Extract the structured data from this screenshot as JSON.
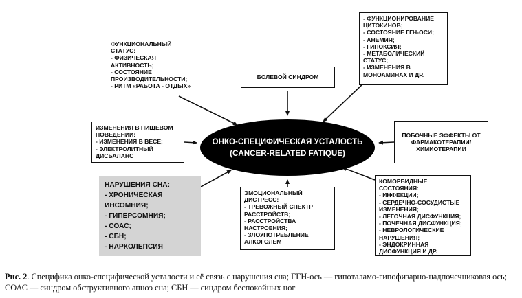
{
  "center": {
    "line1": "ОНКО-СПЕЦИФИЧЕСКАЯ УСТАЛОСТЬ",
    "line2": "(CANCER-RELATED FATIQUE)"
  },
  "boxes": {
    "functional_status": [
      "ФУНКЦИОНАЛЬНЫЙ",
      "СТАТУС:",
      "- ФИЗИЧЕСКАЯ",
      "АКТИВНОСТЬ;",
      "- СОСТОЯНИЕ",
      "ПРОИЗВОДИТЕЛЬНОСТИ;",
      "- РИТМ «РАБОТА - ОТДЫХ»"
    ],
    "pain": [
      "БОЛЕВОЙ СИНДРОМ"
    ],
    "cytokines": [
      "- ФУНКЦИОНИРОВАНИЕ",
      "ЦИТОКИНОВ;",
      "- СОСТОЯНИЕ ГГН-ОСИ;",
      "- АНЕМИЯ;",
      "- ГИПОКСИЯ;",
      "- МЕТАБОЛИЧЕСКИЙ",
      "СТАТУС;",
      "- ИЗМЕНЕНИЯ В",
      "МОНОАМИНАХ И ДР."
    ],
    "eating": [
      "ИЗМЕНЕНИЯ В ПИЩЕВОМ",
      "ПОВЕДЕНИИ:",
      "- ИЗМЕНЕНИЯ В ВЕСЕ;",
      "- ЭЛЕКТРОЛИТНЫЙ",
      "ДИСБАЛАНС"
    ],
    "side_effects": [
      "ПОБОЧНЫЕ ЭФФЕКТЫ ОТ",
      "ФАРМАКОТЕРАПИИ/",
      "ХИМИОТЕРАПИИ"
    ],
    "sleep": [
      "НАРУШЕНИЯ СНА:",
      "- ХРОНИЧЕСКАЯ",
      "ИНСОМНИЯ;",
      "- ГИПЕРСОМНИЯ;",
      "- СОАС;",
      "- СБН;",
      "- НАРКОЛЕПСИЯ"
    ],
    "emotional": [
      "ЭМОЦИОНАЛЬНЫЙ",
      "ДИСТРЕСС:",
      "- ТРЕВОЖНЫЙ СПЕКТР",
      "РАССТРОЙСТВ;",
      "- РАССТРОЙСТВА",
      "НАСТРОЕНИЯ;",
      "- ЗЛОУПОТРЕБЛЕНИЕ",
      "АЛКОГОЛЕМ"
    ],
    "comorbid": [
      "КОМОРБИДНЫЕ",
      "СОСТОЯНИЯ:",
      "- ИНФЕКЦИИ;",
      "- СЕРДЕЧНО-СОСУДИСТЫЕ",
      "ИЗМЕНЕНИЯ;",
      "- ЛЕГОЧНАЯ ДИСФУНКЦИЯ;",
      "- ПОЧЕЧНАЯ ДИСФУНКЦИЯ;",
      "- НЕВРОЛОГИЧЕСКИЕ",
      "НАРУШЕНИЯ;",
      "- ЭНДОКРИННАЯ",
      "ДИСФУНКЦИЯ И ДР."
    ]
  },
  "caption": {
    "label": "Рис. 2",
    "text": ". Специфика онко-специфической усталости и её связь с нарушения сна; ГГН-ось — гипоталамо-гипофизарно-надпочечниковая ось; СОАС — синдром обструктивного апноэ сна; СБН — синдром беспокойных ног"
  }
}
